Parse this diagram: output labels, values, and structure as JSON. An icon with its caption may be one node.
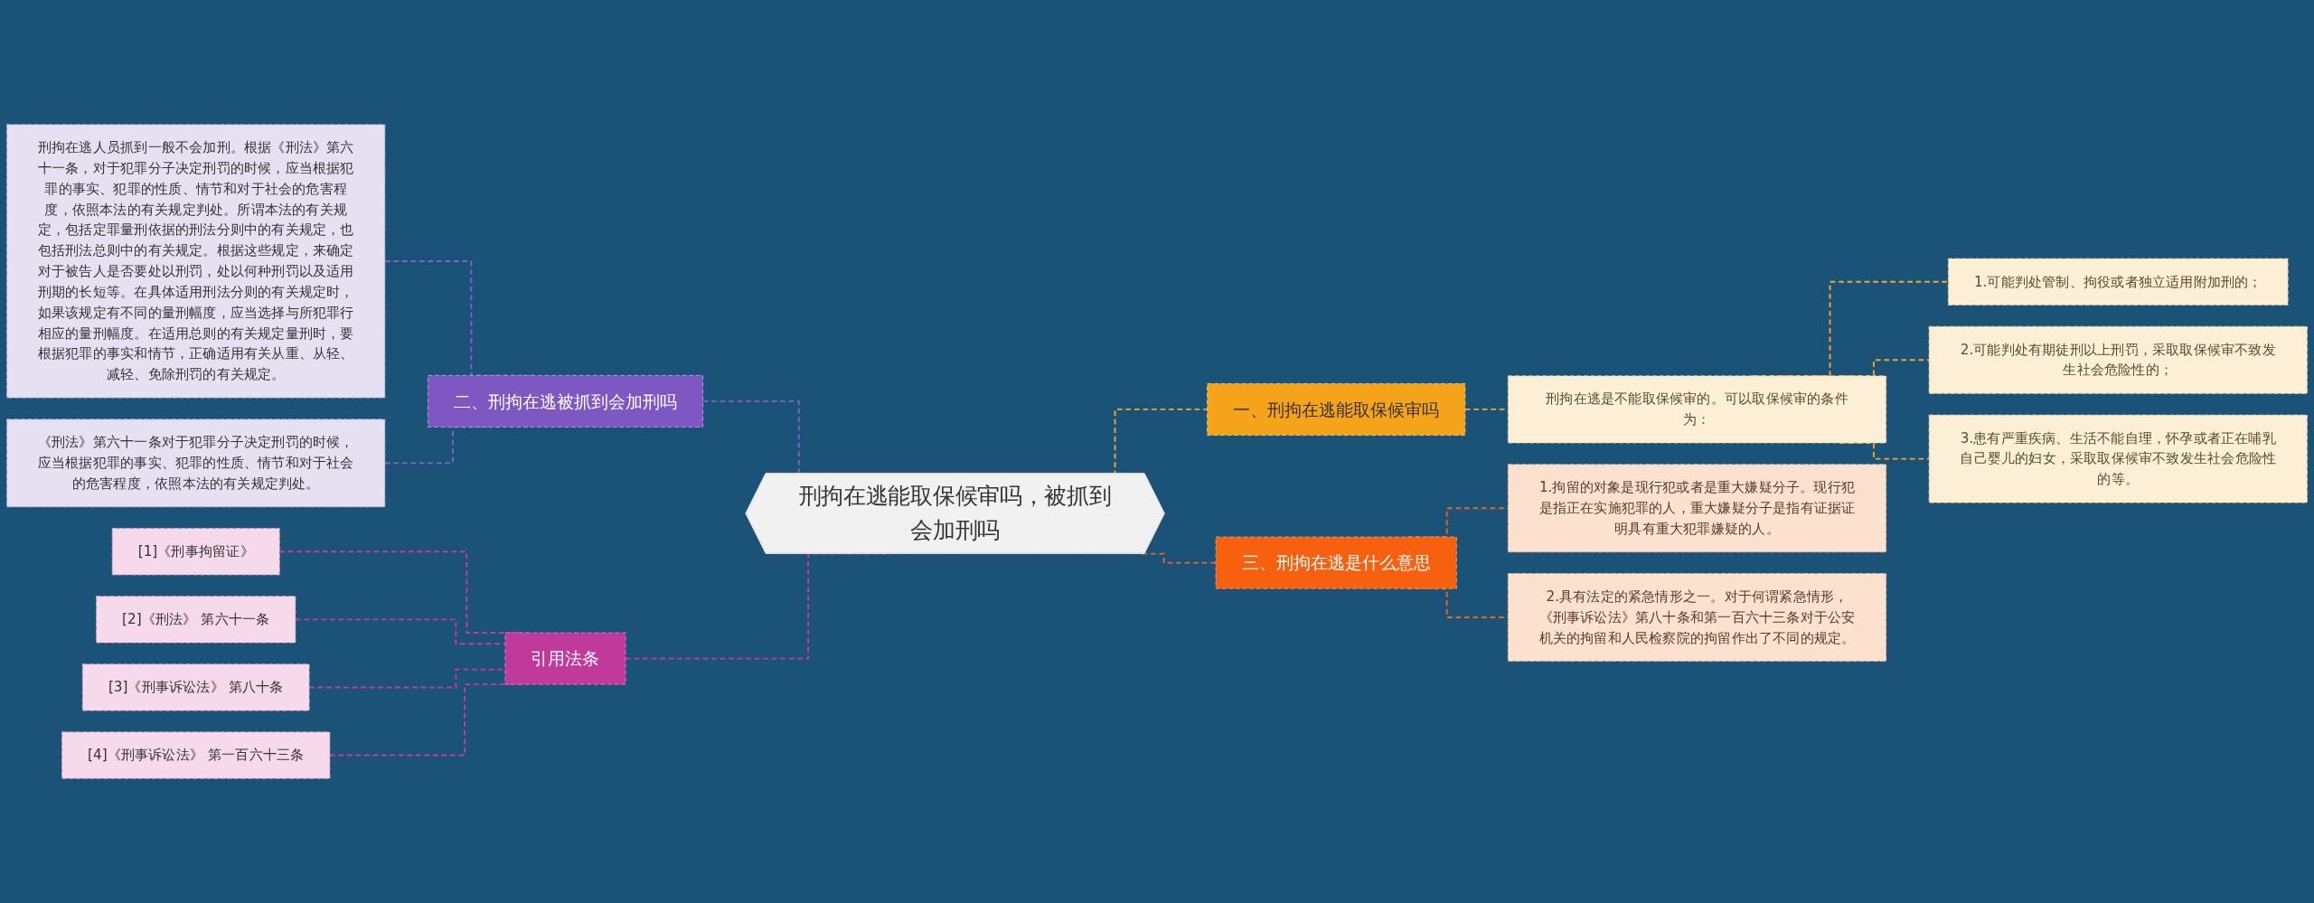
{
  "diagram": {
    "nodes": [
      {
        "text": [
          "刑拘在逃能取保候审吗，被抓到会加刑吗"
        ]
      },
      {
        "text": [
          "二、刑拘在逃被抓到会加刑吗"
        ]
      },
      {
        "text": [
          "刑拘在逃人员抓到一般不会加刑。根据《刑法》第六十一条，对于犯罪分子决定刑罚的时候，应当根据犯罪的事实、犯罪的性质、情节和对于社会的危害程度，依照本法的有关规定判处。所谓本法的有关规定，包括定罪量刑依据的刑法分则中的有关规定，也包括刑法总则中的有关规定。根据这些规定，来确定对于被告人是否要处以刑罚，处以何种刑罚以及适用刑期的长短等。在具体适用刑法分则的有关规定时，如果该规定有不同的量刑幅度，应当选择与所犯罪行相应的量刑幅度。在适用总则的有关规定量刑时，要根据犯罪的事实和情节，正确适用有关从重、从轻、减轻、免除刑罚的有关规定。"
        ]
      },
      {
        "text": [
          "《刑法》第六十一条对于犯罪分子决定刑罚的时候，应当根据犯罪的事实、犯罪的性质、情节和对于社会的危害程度，依照本法的有关规定判处。"
        ]
      },
      {
        "text": [
          "引用法条"
        ]
      },
      {
        "text": [
          "[1]《刑事拘留证》"
        ]
      },
      {
        "text": [
          "[2]《刑法》 第六十一条"
        ]
      },
      {
        "text": [
          "[3]《刑事诉讼法》 第八十条"
        ]
      },
      {
        "text": [
          "[4]《刑事诉讼法》 第一百六十三条"
        ]
      },
      {
        "text": [
          "一、刑拘在逃能取保候审吗"
        ]
      },
      {
        "text": [
          "刑拘在逃是不能取保候审的。可以取保候审的条件为："
        ]
      },
      {
        "text": [
          "1.可能判处管制、拘役或者独立适用附加刑的；"
        ]
      },
      {
        "text": [
          "2.可能判处有期徒刑以上刑罚，采取取保候审不致发生社会危险性的；"
        ]
      },
      {
        "text": [
          "3.患有严重疾病、生活不能自理，怀孕或者正在哺乳自己婴儿的妇女，采取取保候审不致发生社会危险性的等。"
        ]
      },
      {
        "text": [
          "三、刑拘在逃是什么意思"
        ]
      },
      {
        "text": [
          "1.拘留的对象是现行犯或者是重大嫌疑分子。现行犯是指正在实施犯罪的人，重大嫌疑分子是指有证据证明具有重大犯罪嫌疑的人。"
        ]
      },
      {
        "text": [
          "2.具有法定的紧急情形之一。对于何谓紧急情形，《刑事诉讼法》第八十条和第一百六十三条对于公安机关的拘留和人民检察院的拘留作出了不同的规定。"
        ]
      }
    ],
    "edges": [
      {
        "from": 0,
        "to": 1,
        "arrow": "none",
        "style": "dashed",
        "color": "#8e5cc9"
      },
      {
        "from": 1,
        "to": 2,
        "arrow": "none",
        "style": "dashed",
        "color": "#8e5cc9"
      },
      {
        "from": 1,
        "to": 3,
        "arrow": "none",
        "style": "dashed",
        "color": "#8e5cc9"
      },
      {
        "from": 0,
        "to": 4,
        "arrow": "none",
        "style": "dashed",
        "color": "#d0359e"
      },
      {
        "from": 4,
        "to": 5,
        "arrow": "none",
        "style": "dashed",
        "color": "#d0359e"
      },
      {
        "from": 4,
        "to": 6,
        "arrow": "none",
        "style": "dashed",
        "color": "#d0359e"
      },
      {
        "from": 4,
        "to": 7,
        "arrow": "none",
        "style": "dashed",
        "color": "#d0359e"
      },
      {
        "from": 4,
        "to": 8,
        "arrow": "none",
        "style": "dashed",
        "color": "#d0359e"
      },
      {
        "from": 0,
        "to": 9,
        "arrow": "none",
        "style": "dashed",
        "color": "#f5a623"
      },
      {
        "from": 9,
        "to": 10,
        "arrow": "none",
        "style": "dashed",
        "color": "#f5a623"
      },
      {
        "from": 10,
        "to": 11,
        "arrow": "none",
        "style": "dashed",
        "color": "#f5a623"
      },
      {
        "from": 10,
        "to": 12,
        "arrow": "none",
        "style": "dashed",
        "color": "#f5a623"
      },
      {
        "from": 10,
        "to": 13,
        "arrow": "none",
        "style": "dashed",
        "color": "#f5a623"
      },
      {
        "from": 0,
        "to": 14,
        "arrow": "none",
        "style": "dashed",
        "color": "#f0641e"
      },
      {
        "from": 14,
        "to": 15,
        "arrow": "none",
        "style": "dashed",
        "color": "#f0641e"
      },
      {
        "from": 14,
        "to": 16,
        "arrow": "none",
        "style": "dashed",
        "color": "#f0641e"
      }
    ]
  }
}
